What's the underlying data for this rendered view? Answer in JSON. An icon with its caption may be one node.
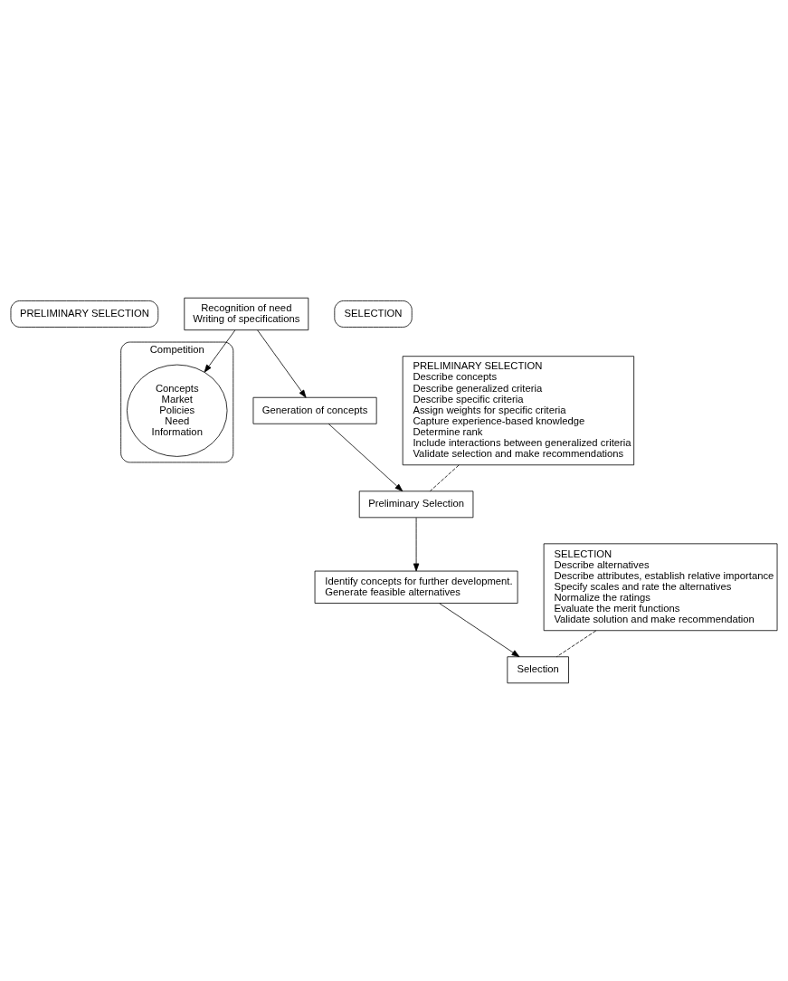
{
  "diagram": {
    "nodes": [
      {
        "text": [
          "PRELIMINARY SELECTION"
        ]
      },
      {
        "text": [
          "Competition"
        ]
      },
      {
        "text": [
          "Concepts",
          "Market",
          "Policies",
          "Need",
          "Information"
        ],
        "in": 1
      },
      {
        "text": [
          "Recognition of need",
          "Writing of specifications"
        ]
      },
      {
        "text": [
          "Generation of concepts"
        ]
      },
      {
        "text": [
          "PRELIMINARY SELECTION",
          "Describe concepts",
          "Describe generalized criteria",
          "Describe specific criteria",
          "Assign weights for specific criteria",
          "Capture experience-based knowledge",
          "Determine rank",
          "Include interactions between generalized criteria",
          "Validate selection and make recommendations"
        ]
      },
      {
        "text": [
          "Preliminary Selection"
        ]
      },
      {
        "text": [
          "Identify concepts for further development.",
          "Generate feasible alternatives"
        ]
      },
      {
        "text": [
          "SELECTION"
        ]
      },
      {
        "text": [
          "SELECTION",
          "Describe alternatives",
          "Describe attributes, establish relative importance",
          "Specify scales and rate the alternatives",
          "Normalize the ratings",
          "Evaluate the merit functions",
          "Validate solution and make recommendation"
        ]
      },
      {
        "text": [
          "Selection"
        ]
      }
    ],
    "edges": [
      {
        "from": 3,
        "to": 2,
        "arrow": "to"
      },
      {
        "from": 3,
        "to": 4,
        "arrow": "to"
      },
      {
        "from": 4,
        "to": 6,
        "arrow": "to"
      },
      {
        "from": 5,
        "to": 6,
        "arrow": "none",
        "style": "dashed"
      },
      {
        "from": 6,
        "to": 7,
        "arrow": "to"
      },
      {
        "from": 7,
        "to": 10,
        "arrow": "to"
      },
      {
        "from": 9,
        "to": 10,
        "arrow": "none",
        "style": "dashed"
      }
    ]
  }
}
